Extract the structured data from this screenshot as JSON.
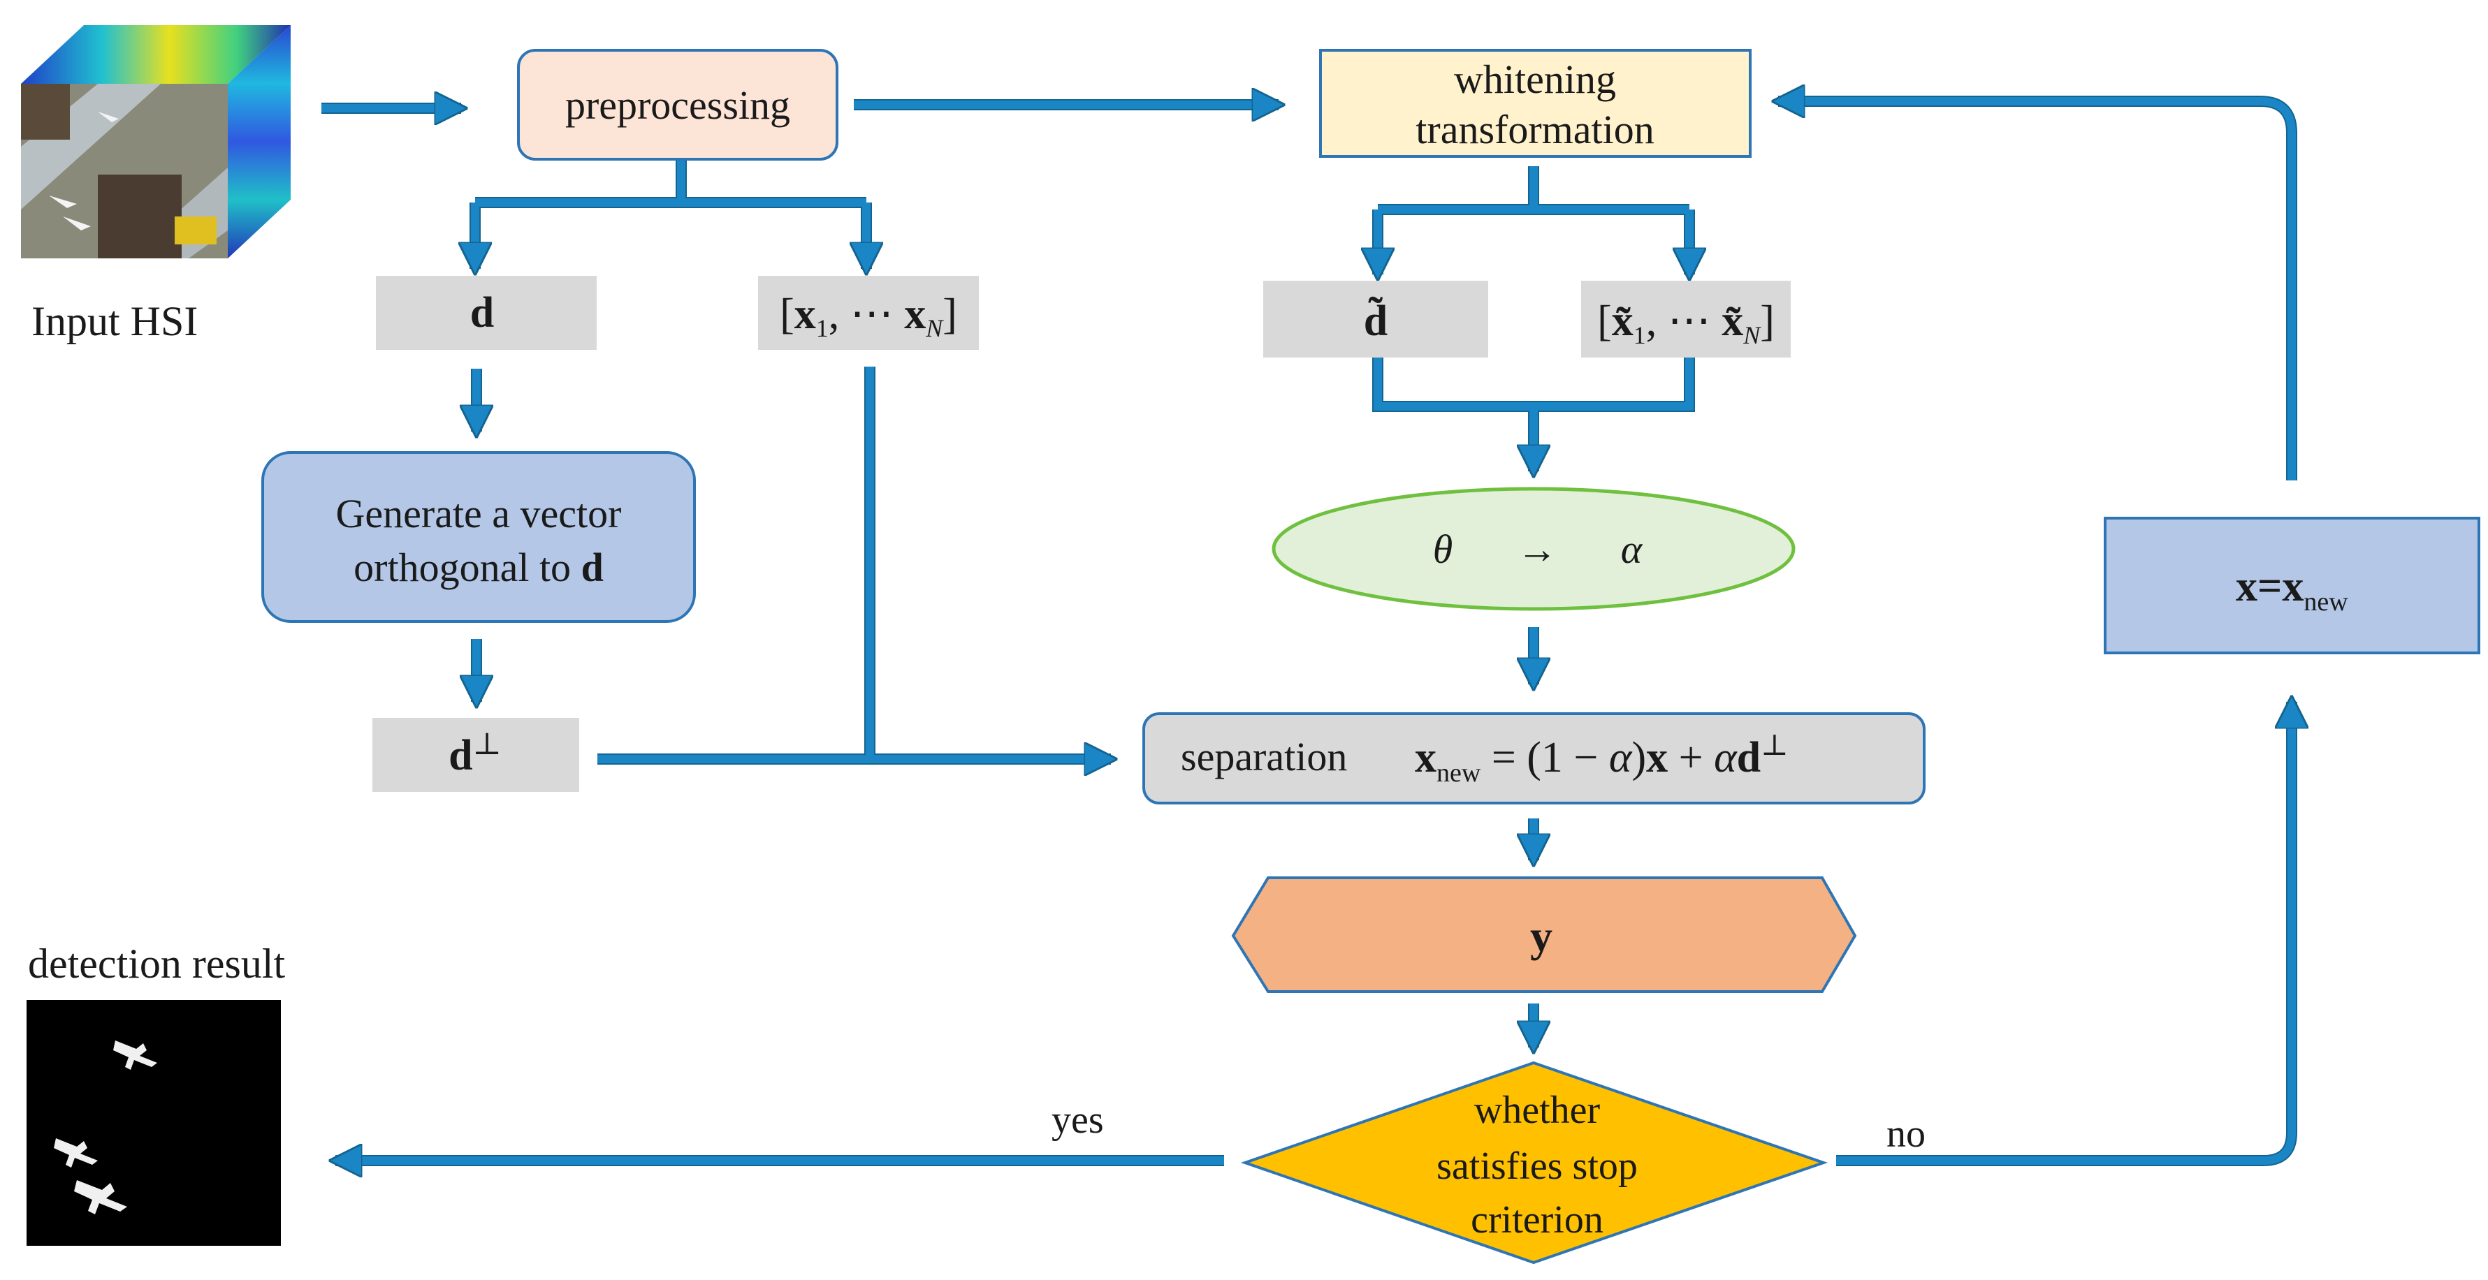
{
  "input_label": "Input HSI",
  "detection_label": "detection result",
  "preprocessing": "preprocessing",
  "whitening_line1": "whitening",
  "whitening_line2": "transformation",
  "d_label": "d",
  "x_set": {
    "open": "[",
    "x1": "x",
    "sub1": "1",
    "dots": ", ⋯ ",
    "xN": "x",
    "subN": "N",
    "close": "]"
  },
  "d_tilde": "d̃",
  "x_tilde_set": {
    "open": "[",
    "x1": "x̃",
    "sub1": "1",
    "dots": ", ⋯ ",
    "xN": "x̃",
    "subN": "N",
    "close": "]"
  },
  "generate_line1": "Generate a vector",
  "generate_line2_prefix": "orthogonal to ",
  "generate_line2_bold": "d",
  "d_perp": {
    "base": "d",
    "sup": "⊥"
  },
  "theta_alpha": {
    "theta": "θ",
    "arrow": "→",
    "alpha": "α"
  },
  "separation": {
    "label": "separation",
    "lhs": "x",
    "lhs_sub": "new",
    "eq": " = (1 − ",
    "alpha1": "α",
    "mid": ")",
    "x": "x",
    "plus": " + ",
    "alpha2": "α",
    "d": "d",
    "sup": "⊥"
  },
  "y_label": "y",
  "criterion_line1": "whether",
  "criterion_line2": "satisfies stop",
  "criterion_line3": "criterion",
  "yes_label": "yes",
  "no_label": "no",
  "update": {
    "lhs": "x",
    "eq": "=",
    "rhs": "x",
    "sub": "new"
  },
  "colors": {
    "arrow": "#1a86c6",
    "preprocessing_fill": "#fce4d6",
    "whitening_fill": "#fff2cc",
    "gray_box": "#d9d9d9",
    "generate_fill": "#b4c7e7",
    "ellipse_fill": "#e2f0d9",
    "ellipse_stroke": "#70c040",
    "y_fill": "#f4b183",
    "diamond_fill": "#ffc000",
    "update_fill": "#b4c7e7"
  }
}
